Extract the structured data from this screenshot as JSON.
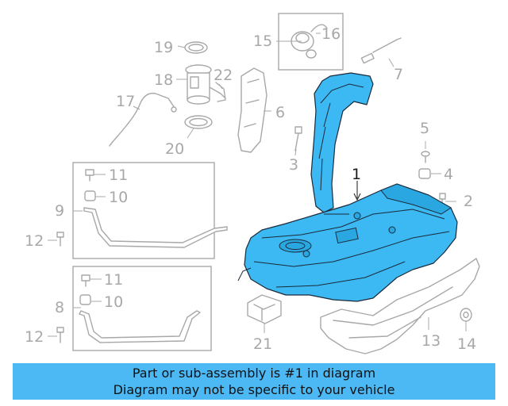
{
  "callouts": {
    "c1": "1",
    "c2": "2",
    "c3": "3",
    "c4": "4",
    "c5": "5",
    "c6": "6",
    "c7": "7",
    "c8": "8",
    "c9": "9",
    "c10a": "10",
    "c10b": "10",
    "c11a": "11",
    "c11b": "11",
    "c12a": "12",
    "c12b": "12",
    "c13": "13",
    "c14": "14",
    "c15": "15",
    "c16": "16",
    "c17": "17",
    "c18": "18",
    "c19": "19",
    "c20": "20",
    "c21": "21",
    "c22": "22"
  },
  "caption": {
    "line1": "Part or sub-assembly is #1 in diagram",
    "line2": "Diagram may not be specific to your vehicle"
  },
  "colors": {
    "highlight_part": "#3cb9f2",
    "caption_bar": "#4cb8f4",
    "line_art": "#a8a8a8"
  }
}
